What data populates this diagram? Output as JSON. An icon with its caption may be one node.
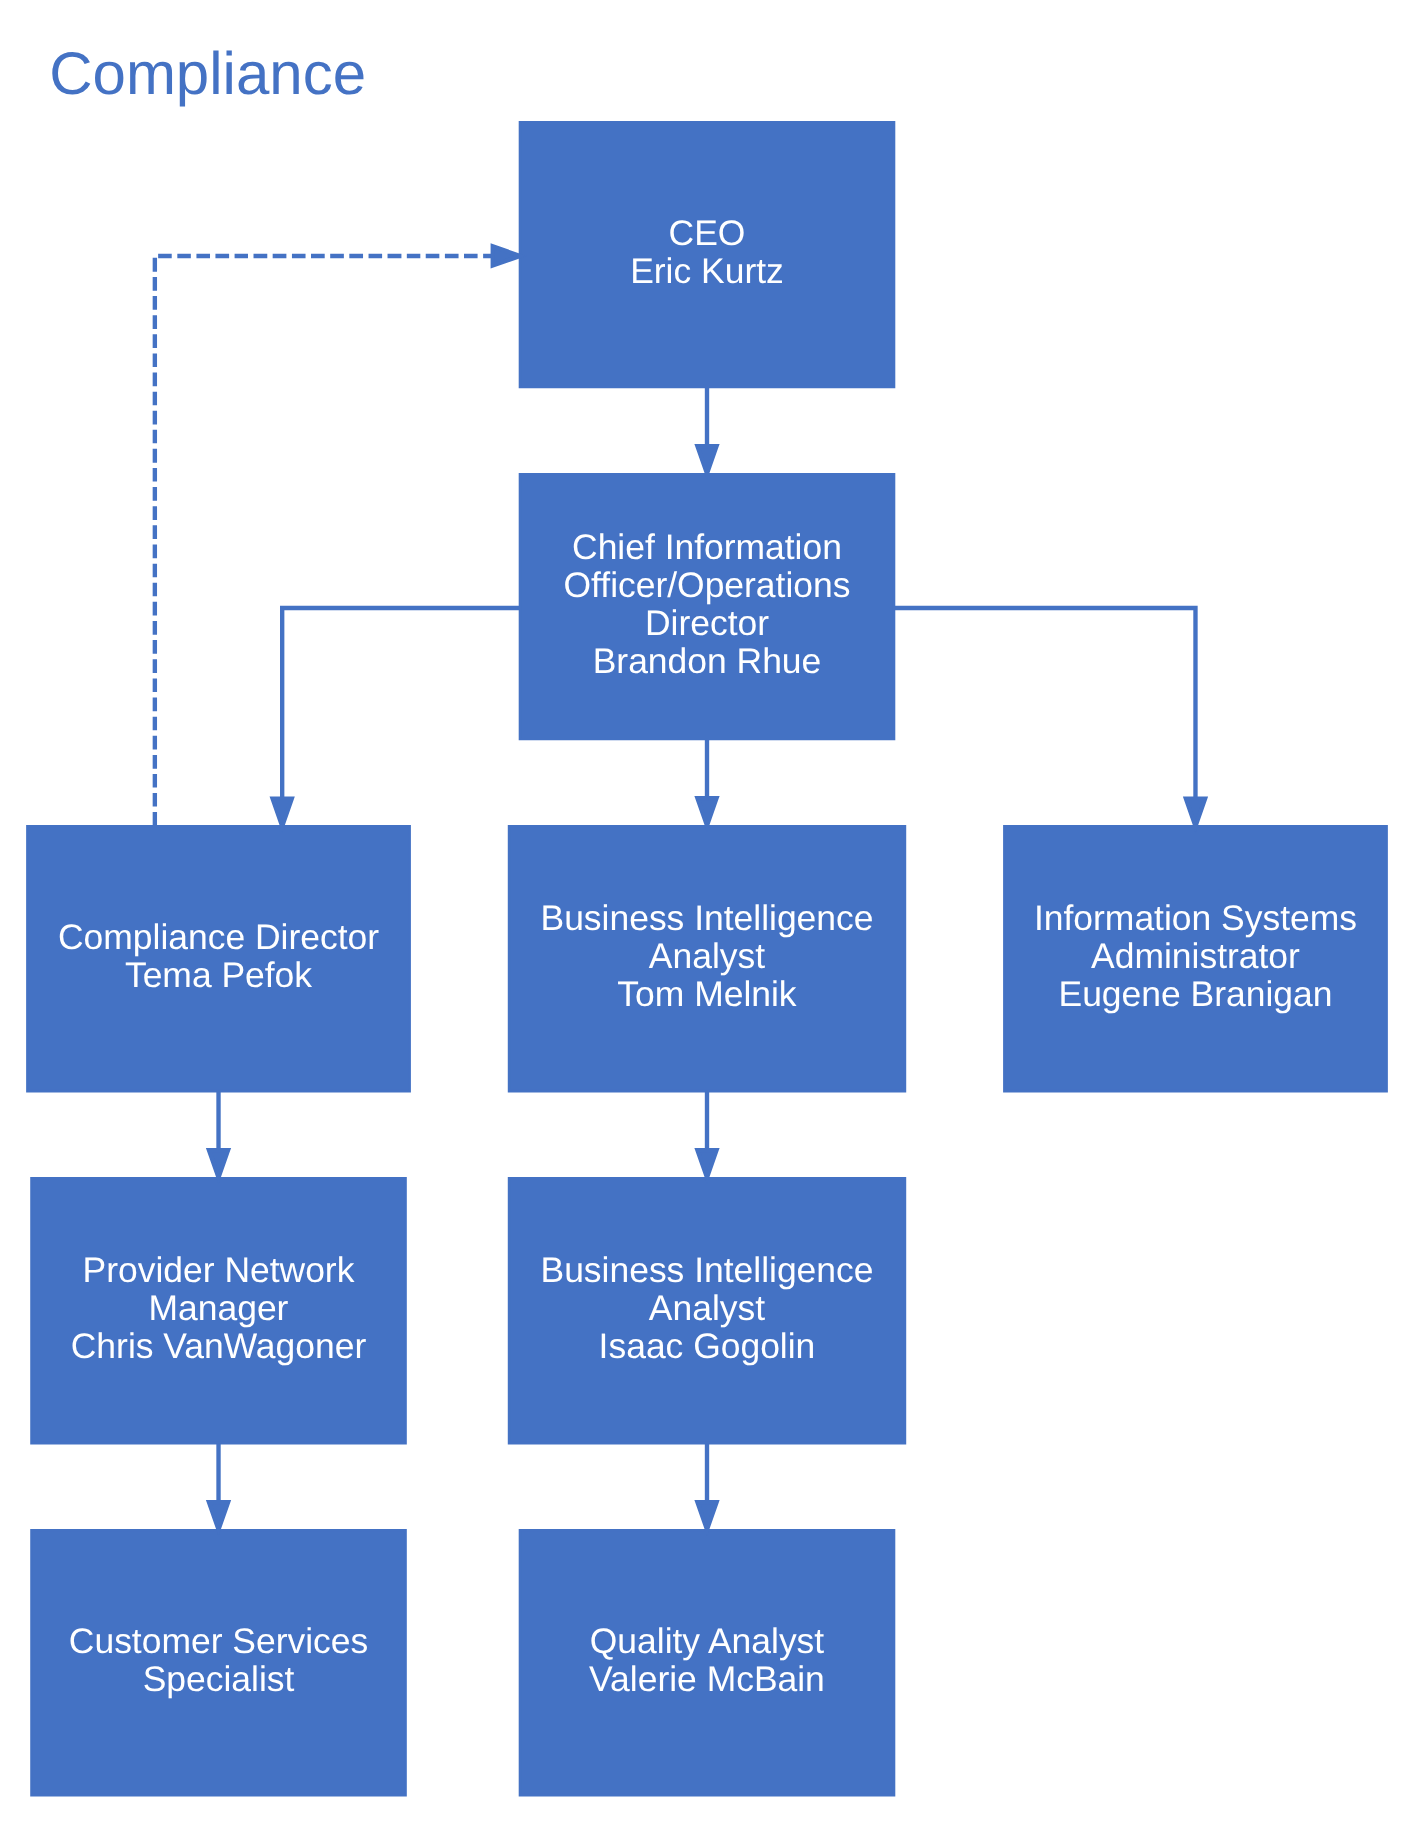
{
  "diagram": {
    "title": "Compliance",
    "nodes": [
      {
        "text": [
          "CEO",
          "Eric Kurtz"
        ]
      },
      {
        "text": [
          "Chief Information Officer/Operations Director",
          "Brandon Rhue"
        ]
      },
      {
        "text": [
          "Compliance Director",
          "Tema Pefok"
        ]
      },
      {
        "text": [
          "Business Intelligence Analyst",
          "Tom Melnik"
        ]
      },
      {
        "text": [
          "Information Systems Administrator",
          "Eugene Branigan"
        ]
      },
      {
        "text": [
          "Provider Network Manager",
          "Chris VanWagoner"
        ]
      },
      {
        "text": [
          "Business Intelligence Analyst",
          "Isaac Gogolin"
        ]
      },
      {
        "text": [
          "Customer Services Specialist"
        ]
      },
      {
        "text": [
          "Quality Analyst",
          "Valerie McBain"
        ]
      }
    ],
    "edges": [
      {
        "from": 0,
        "to": 1,
        "arrow": "to"
      },
      {
        "from": 1,
        "to": 2,
        "arrow": "to"
      },
      {
        "from": 1,
        "to": 3,
        "arrow": "to"
      },
      {
        "from": 1,
        "to": 4,
        "arrow": "to"
      },
      {
        "from": 2,
        "to": 0,
        "arrow": "to",
        "style": "dashed"
      },
      {
        "from": 2,
        "to": 5,
        "arrow": "to"
      },
      {
        "from": 5,
        "to": 7,
        "arrow": "to"
      },
      {
        "from": 3,
        "to": 6,
        "arrow": "to"
      },
      {
        "from": 6,
        "to": 8,
        "arrow": "to"
      }
    ]
  }
}
